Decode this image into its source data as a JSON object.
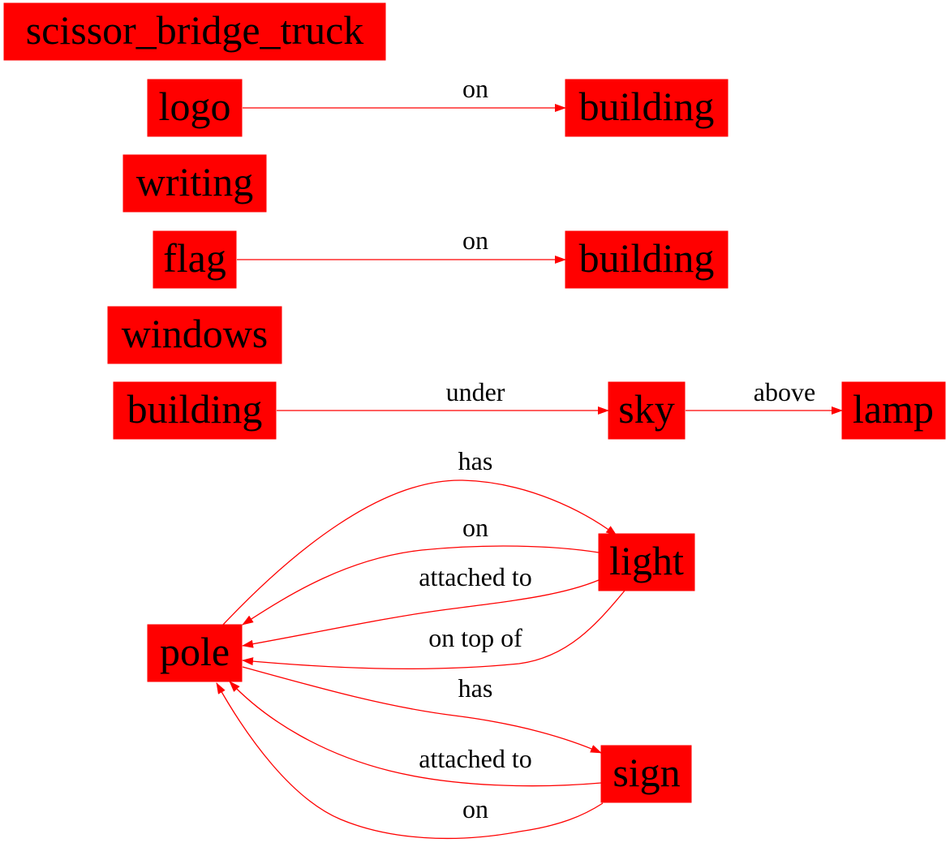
{
  "nodes": [
    {
      "id": "n0",
      "label": "scissor_bridge_truck"
    },
    {
      "id": "n1",
      "label": "logo"
    },
    {
      "id": "n2",
      "label": "building"
    },
    {
      "id": "n3",
      "label": "writing"
    },
    {
      "id": "n4",
      "label": "flag"
    },
    {
      "id": "n5",
      "label": "building"
    },
    {
      "id": "n6",
      "label": "windows"
    },
    {
      "id": "n7",
      "label": "building"
    },
    {
      "id": "n8",
      "label": "sky"
    },
    {
      "id": "n9",
      "label": "lamp"
    },
    {
      "id": "n10",
      "label": "light"
    },
    {
      "id": "n11",
      "label": "pole"
    },
    {
      "id": "n12",
      "label": "sign"
    }
  ],
  "edges": [
    {
      "id": "e0",
      "from": "logo",
      "to": "building",
      "label": "on"
    },
    {
      "id": "e1",
      "from": "flag",
      "to": "building",
      "label": "on"
    },
    {
      "id": "e2",
      "from": "building",
      "to": "sky",
      "label": "under"
    },
    {
      "id": "e3",
      "from": "sky",
      "to": "lamp",
      "label": "above"
    },
    {
      "id": "e4",
      "from": "pole",
      "to": "light",
      "label": "has"
    },
    {
      "id": "e5",
      "from": "light",
      "to": "pole",
      "label": "on"
    },
    {
      "id": "e6",
      "from": "light",
      "to": "pole",
      "label": "attached to"
    },
    {
      "id": "e7",
      "from": "light",
      "to": "pole",
      "label": "on top of"
    },
    {
      "id": "e8",
      "from": "pole",
      "to": "sign",
      "label": "has"
    },
    {
      "id": "e9",
      "from": "sign",
      "to": "pole",
      "label": "attached to"
    },
    {
      "id": "e10",
      "from": "sign",
      "to": "pole",
      "label": "on"
    }
  ],
  "colors": {
    "node_fill": "#ff0000",
    "edge": "#ff0000",
    "text": "#000000",
    "background": "#ffffff"
  }
}
